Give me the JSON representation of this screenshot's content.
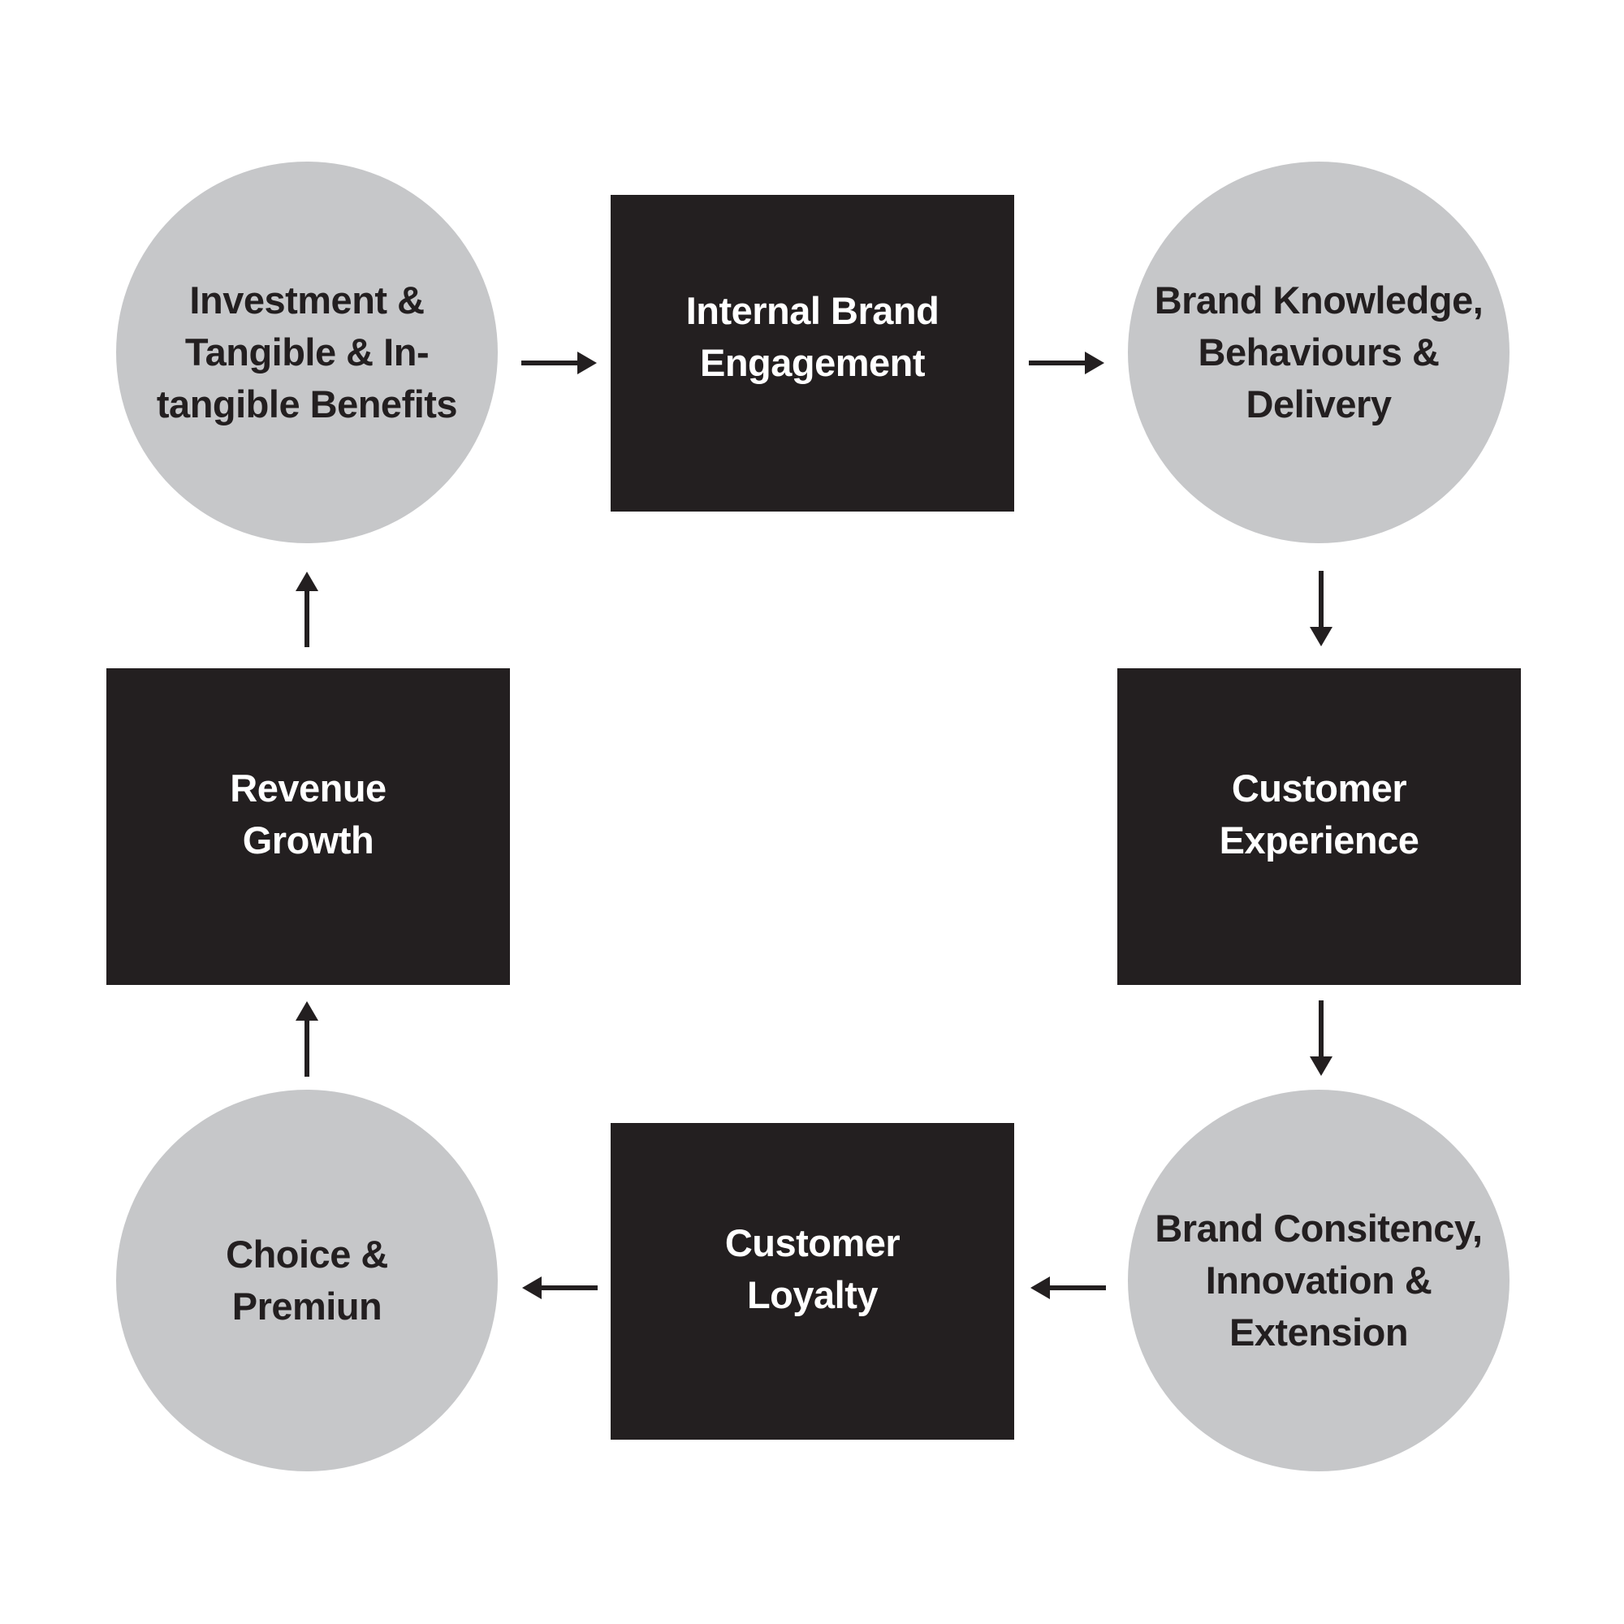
{
  "colors": {
    "circle_fill": "#c6c7c9",
    "box_fill": "#231f20",
    "arrow": "#231f20",
    "circle_text": "#231f20",
    "box_text": "#ffffff"
  },
  "nodes": {
    "investment": {
      "label": "Investment &\nTangible & In-\ntangible Benefits"
    },
    "internal": {
      "label": "Internal Brand\nEngagement"
    },
    "knowledge": {
      "label": "Brand Knowledge,\nBehaviours &\nDelivery"
    },
    "experience": {
      "label": "Customer\nExperience"
    },
    "consistency": {
      "label": "Brand Consitency,\nInnovation &\nExtension"
    },
    "loyalty": {
      "label": "Customer\nLoyalty"
    },
    "choice": {
      "label": "Choice &\nPremiun"
    },
    "revenue": {
      "label": "Revenue\nGrowth"
    }
  },
  "flow": [
    [
      "investment",
      "internal"
    ],
    [
      "internal",
      "knowledge"
    ],
    [
      "knowledge",
      "experience"
    ],
    [
      "experience",
      "consistency"
    ],
    [
      "consistency",
      "loyalty"
    ],
    [
      "loyalty",
      "choice"
    ],
    [
      "choice",
      "revenue"
    ],
    [
      "revenue",
      "investment"
    ]
  ]
}
